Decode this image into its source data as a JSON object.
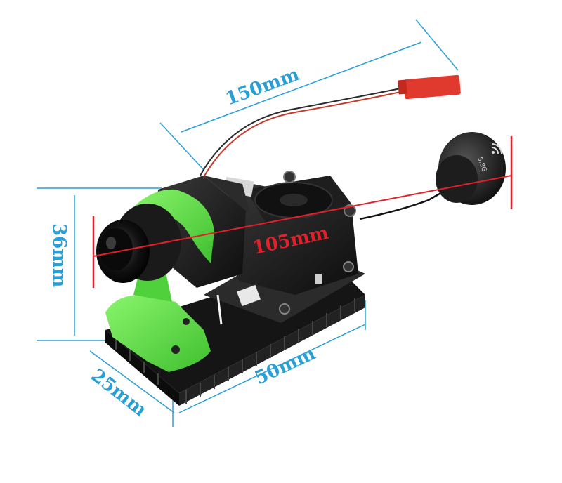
{
  "dimensions": {
    "cable_length": "150mm",
    "total_length": "105mm",
    "height": "36mm",
    "depth": "25mm",
    "width": "50mm"
  },
  "antenna": {
    "band_label": "5.8G"
  },
  "colors": {
    "dimension_line": "#2a9fd6",
    "total_length_line": "#e3202a",
    "camera_mount": "#5fe04a",
    "body": "#1a1a1a"
  }
}
